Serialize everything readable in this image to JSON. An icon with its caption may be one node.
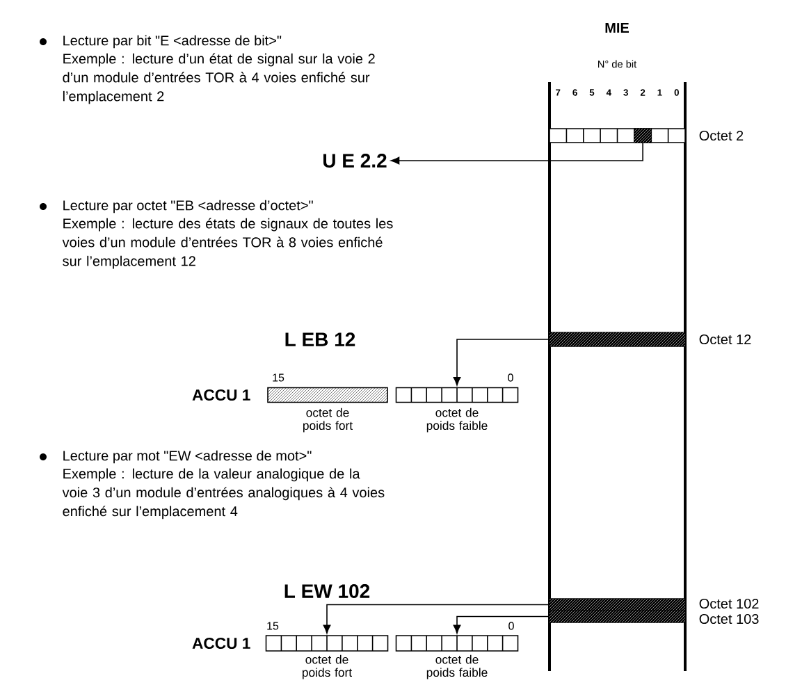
{
  "diagram": {
    "nodes": [
      {
        "text": [
          "MIE",
          "N° de bit"
        ]
      },
      {
        "text": [],
        "shape": "box",
        "in": 0,
        "beside": [
          "Octet 2"
        ]
      },
      {
        "text": [],
        "shape": "box",
        "in": 1
      },
      {
        "text": [
          "U E 2.2"
        ]
      },
      {
        "text": [],
        "shape": "box",
        "in": 0,
        "beside": [
          "Octet 12"
        ]
      },
      {
        "text": [],
        "shape": "box",
        "beside": [
          "octet de poids fort"
        ]
      },
      {
        "text": [],
        "shape": "box",
        "beside": [
          "octet de poids faible"
        ]
      },
      {
        "text": [],
        "shape": "box",
        "in": 0,
        "beside": [
          "Octet 102"
        ]
      },
      {
        "text": [],
        "shape": "box",
        "in": 0,
        "beside": [
          "Octet 103"
        ]
      },
      {
        "text": [],
        "shape": "box",
        "beside": [
          "octet de poids fort"
        ]
      },
      {
        "text": [],
        "shape": "box",
        "beside": [
          "octet de poids faible"
        ]
      }
    ],
    "edges": [
      {
        "from": 2,
        "to": 3,
        "arrow": "to"
      },
      {
        "from": 4,
        "to": 6,
        "arrow": "to"
      },
      {
        "from": 7,
        "to": 9,
        "arrow": "to"
      },
      {
        "from": 8,
        "to": 10,
        "arrow": "to"
      }
    ],
    "labels": [
      "Lecture par bit \"E <adresse de bit>\"",
      "Exemple : lecture d’un état de signal sur la voie 2 d’un module d’entrées TOR à 4 voies enfiché sur l’emplacement 2",
      "7",
      "6",
      "5",
      "4",
      "3",
      "2",
      "1",
      "0",
      "Lecture par octet \"EB <adresse d’octet>\"",
      "Exemple : lecture des états de signaux de toutes les voies d’un module d’entrées TOR à 8 voies enfiché sur l’emplacement 12",
      "L EB 12",
      "15",
      "0",
      "ACCU 1",
      "Lecture par mot \"EW <adresse de mot>\"",
      "Exemple : lecture de la valeur analogique de la voie 3 d’un module d’entrées analogiques à 4 voies enfiché sur l’emplacement 4",
      "L EW 102",
      "15",
      "0",
      "ACCU 1"
    ]
  }
}
